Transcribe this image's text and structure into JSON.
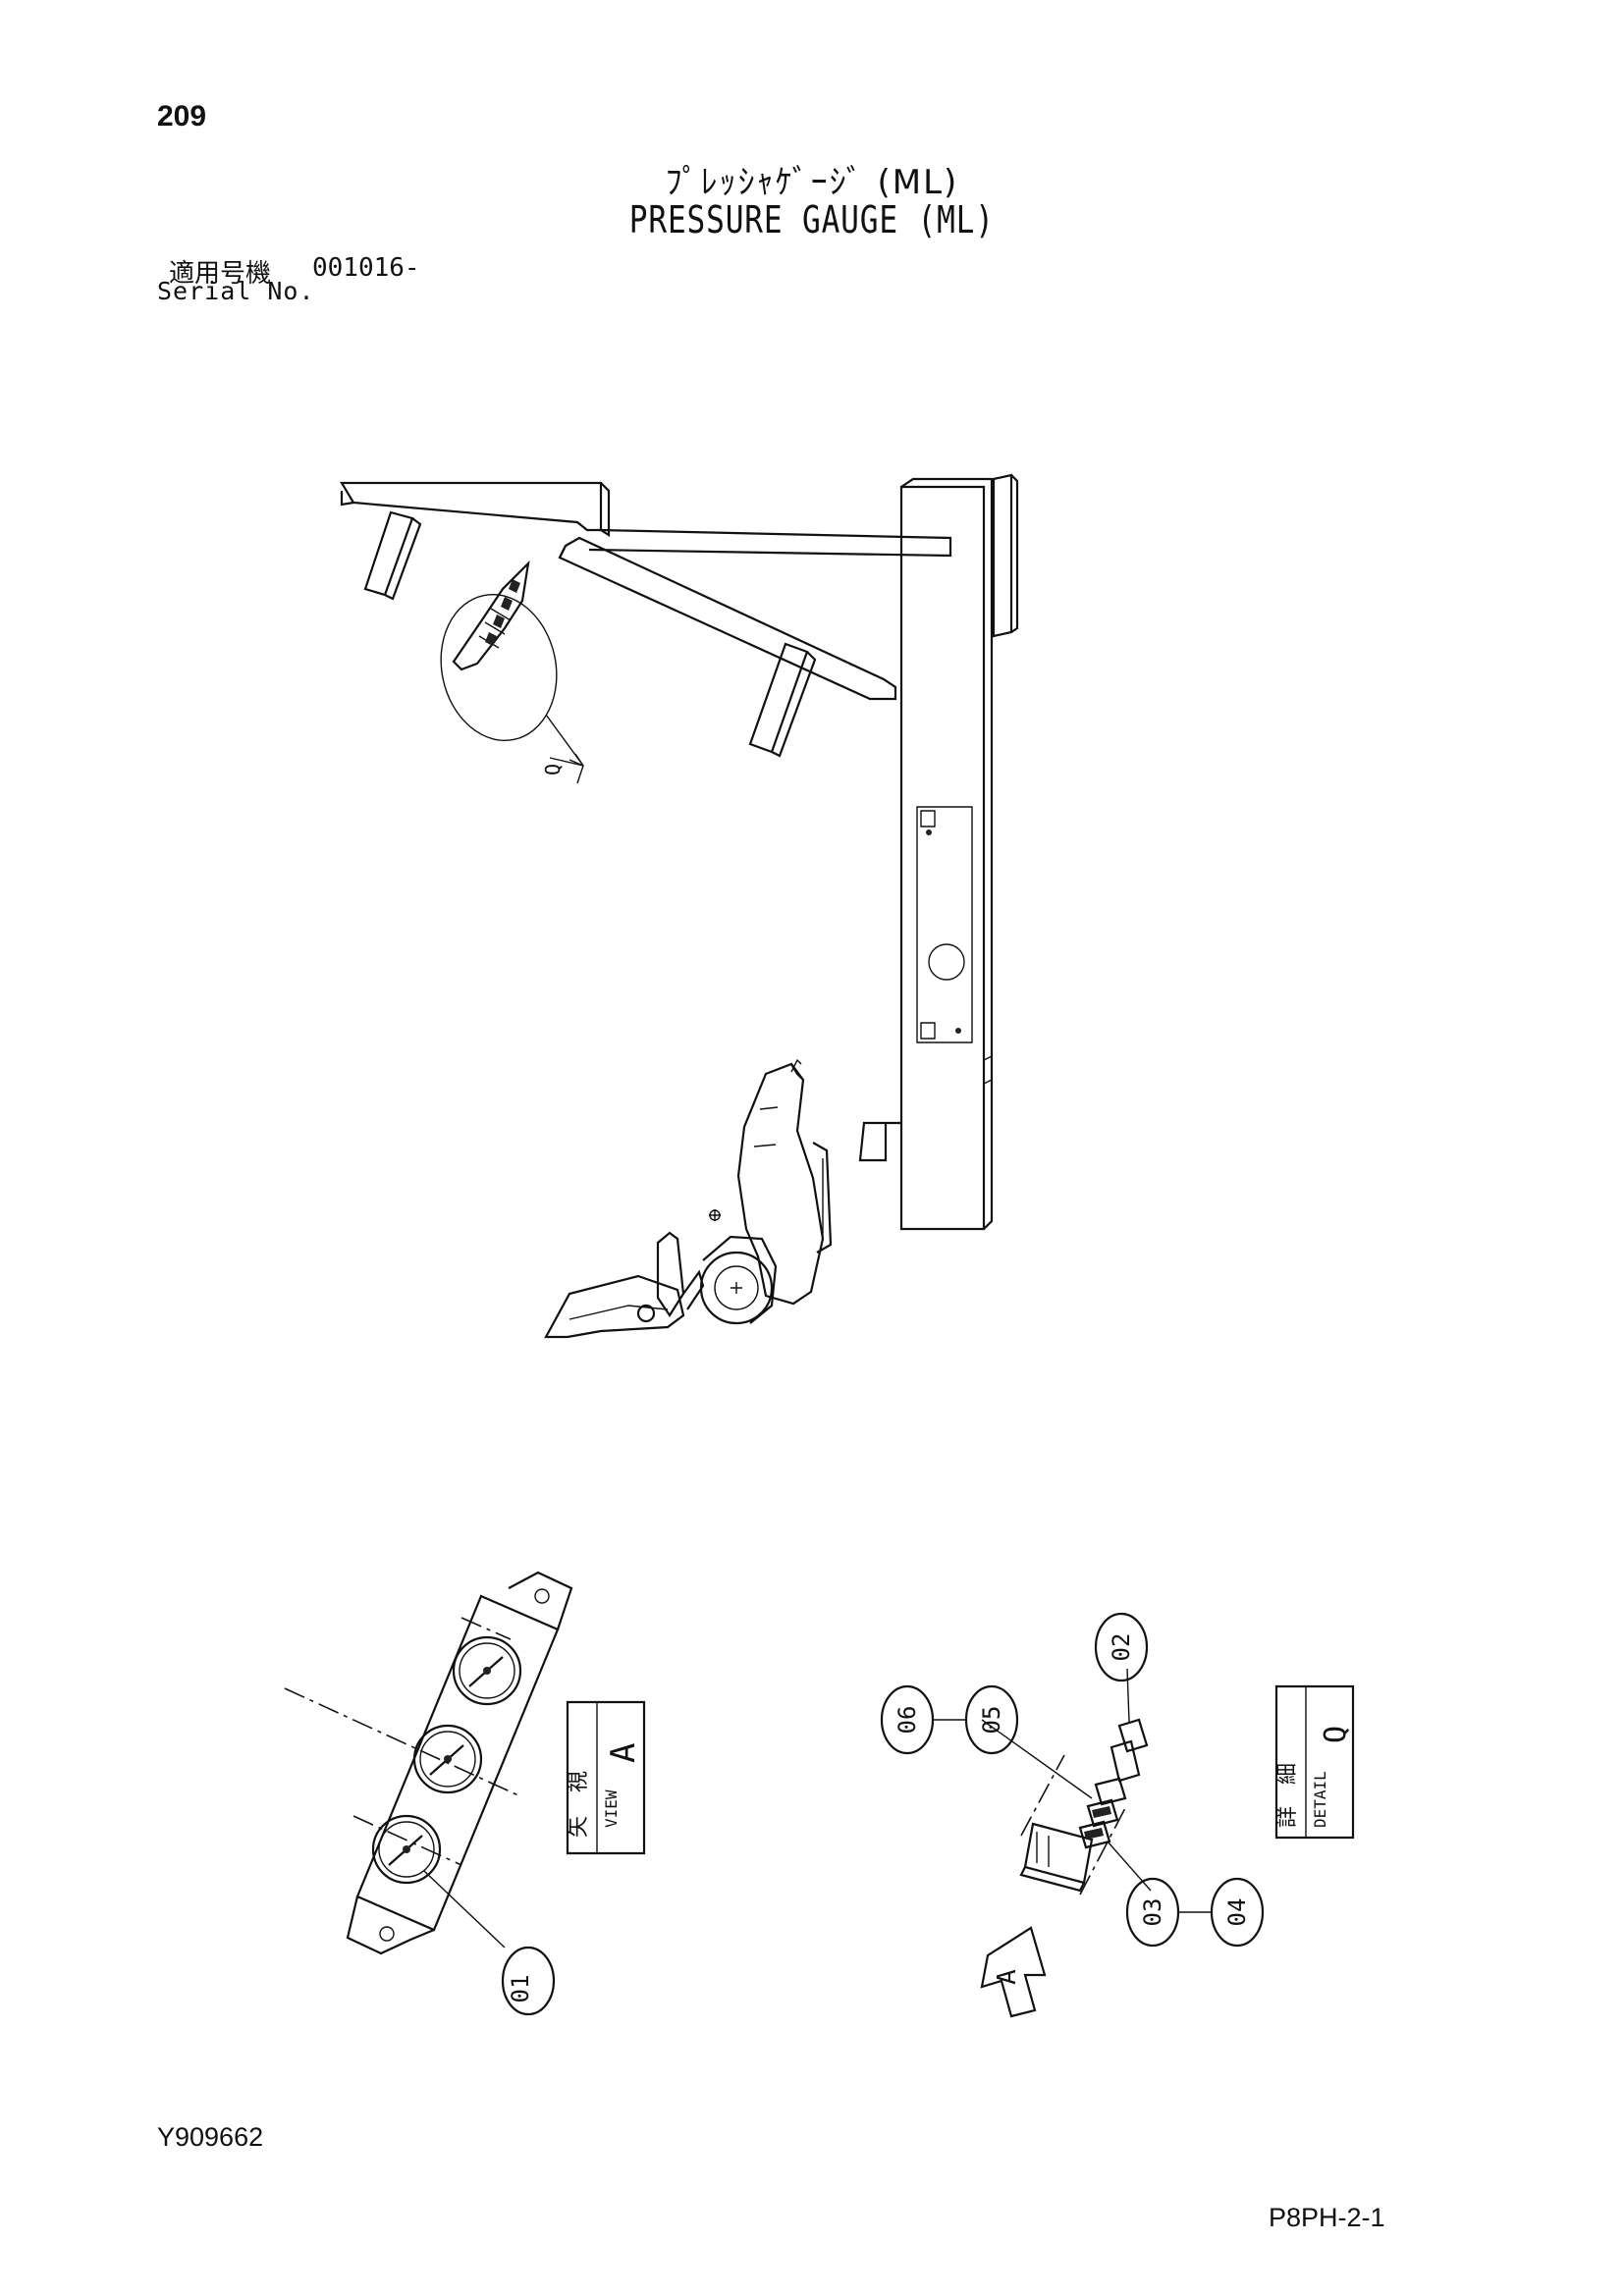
{
  "header": {
    "page_number": "209",
    "title_jp": "ﾌﾟﾚｯｼｬｹﾞｰｼﾞ (ML)",
    "title_en": "PRESSURE GAUGE (ML)",
    "serial_label_jp": "適用号機",
    "serial_number": "001016-",
    "serial_label_en": "Serial No."
  },
  "main_view": {
    "detail_marker": "Q"
  },
  "view_a": {
    "box_kanji_1": "矢",
    "box_kanji_2": "視",
    "box_view_word": "VIEW",
    "box_letter": "A",
    "callouts": [
      "01"
    ]
  },
  "detail_q": {
    "box_kanji_1": "詳",
    "box_kanji_2": "細",
    "box_detail_word": "DETAIL",
    "box_letter": "Q",
    "callouts": [
      "02",
      "03",
      "04",
      "05",
      "06"
    ],
    "arrow_letter": "A"
  },
  "footer": {
    "drawing_code": "Y909662",
    "sheet_code": "P8PH-2-1"
  }
}
